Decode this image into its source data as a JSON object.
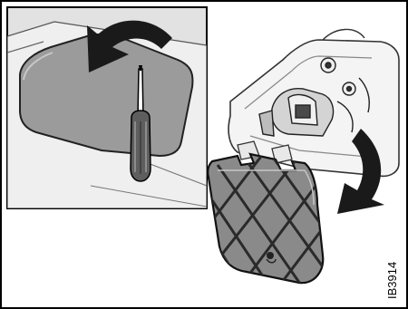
{
  "figure": {
    "reference_code": "IB3914"
  },
  "colors": {
    "border": "#000000",
    "cover_panel": "#9a9a9a",
    "inset_background": "#dcdcdc",
    "housing": "#f2f2f2",
    "arrow": "#1a1a1a",
    "hatch_cover": "#888888"
  },
  "icons": {
    "tool": "screwdriver",
    "motion": "curved-arrow"
  }
}
